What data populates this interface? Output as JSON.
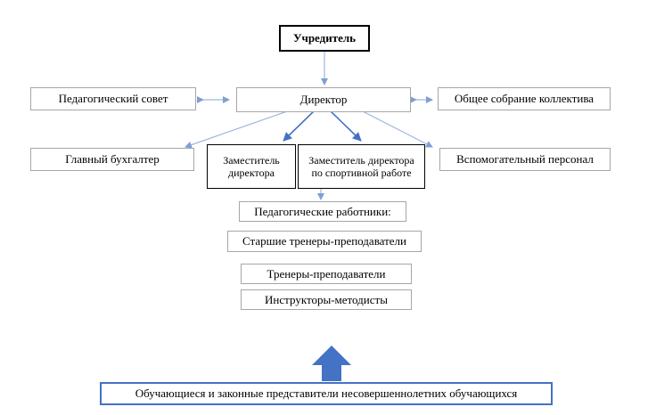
{
  "colors": {
    "line": "#9db7de",
    "line_dark": "#4472c4",
    "border_gray": "#a6a6a6",
    "arrow_fill": "#4472c4"
  },
  "nodes": {
    "founder": "Учредитель",
    "director": "Директор",
    "ped_council": "Педагогический совет",
    "general_meeting": "Общее собрание коллектива",
    "chief_accountant": "Главный бухгалтер",
    "deputy_director": "Заместитель директора",
    "deputy_sport": "Заместитель директора по спортивной работе",
    "support_staff": "Вспомогательный персонал",
    "ped_workers": "Педагогические работники:",
    "senior_coaches": "Старшие тренеры-преподаватели",
    "coaches": "Тренеры-преподаватели",
    "instructors": "Инструкторы-методисты",
    "students": "Обучающиеся и законные представители несовершеннолетних обучающихся"
  },
  "icons": {
    "up_arrow": "block-up-arrow-icon"
  }
}
